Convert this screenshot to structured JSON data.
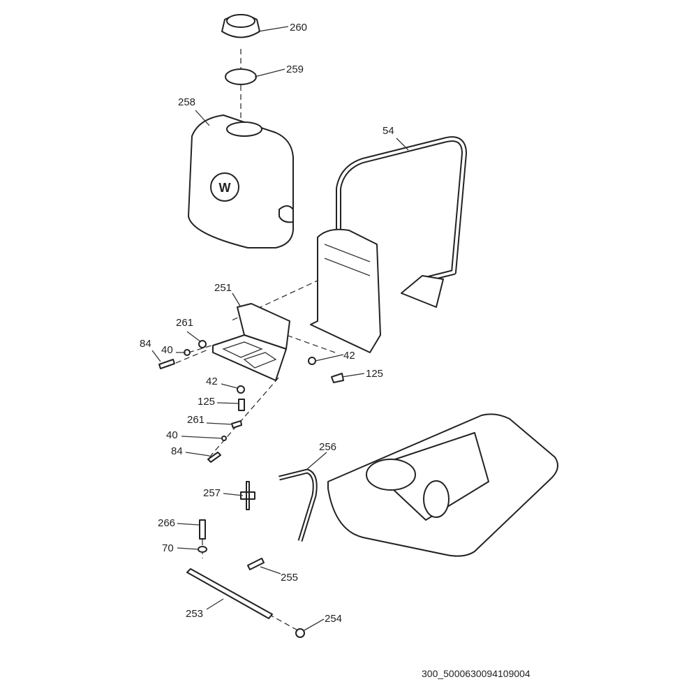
{
  "diagram": {
    "labels": {
      "p260": "260",
      "p259": "259",
      "p258": "258",
      "p54": "54",
      "p251": "251",
      "p261a": "261",
      "p40a": "40",
      "p84a": "84",
      "p42a": "42",
      "p125a": "125",
      "p42b": "42",
      "p125b": "125",
      "p261b": "261",
      "p40b": "40",
      "p84b": "84",
      "p256": "256",
      "p257": "257",
      "p266": "266",
      "p70": "70",
      "p255": "255",
      "p253": "253",
      "p254": "254"
    },
    "footer": "300_5000630094109004",
    "logo_text": "W"
  }
}
